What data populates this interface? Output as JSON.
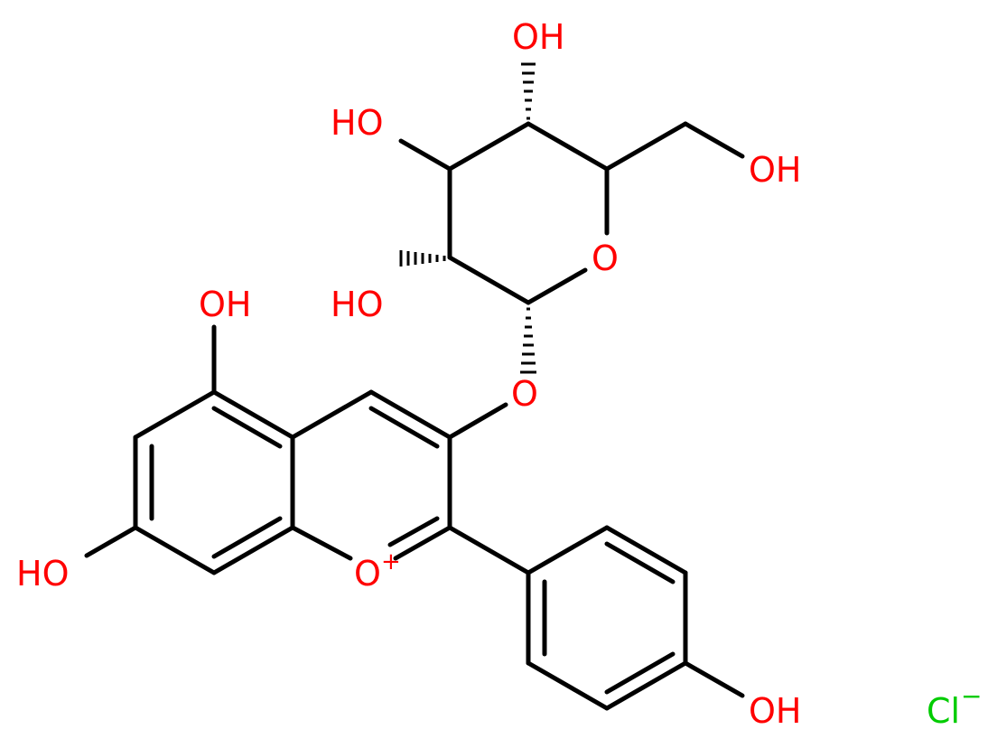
{
  "colors": {
    "bond": "#000000",
    "oxygen": "#ff0000",
    "chlorine": "#00cc00",
    "background": "#ffffff"
  },
  "labels": {
    "oh_sugar_top": "OH",
    "oh_sugar_left": "HO",
    "oh_ch2": "OH",
    "ring_o": "O",
    "oh_sugar_c2": "HO",
    "glycosidic_o": "O",
    "oh_c5": "OH",
    "oh_c7": "HO",
    "flavylium_o": "O",
    "flavylium_charge": "+",
    "oh_phenyl": "OH",
    "chloride": "Cl",
    "chloride_charge": "−"
  }
}
